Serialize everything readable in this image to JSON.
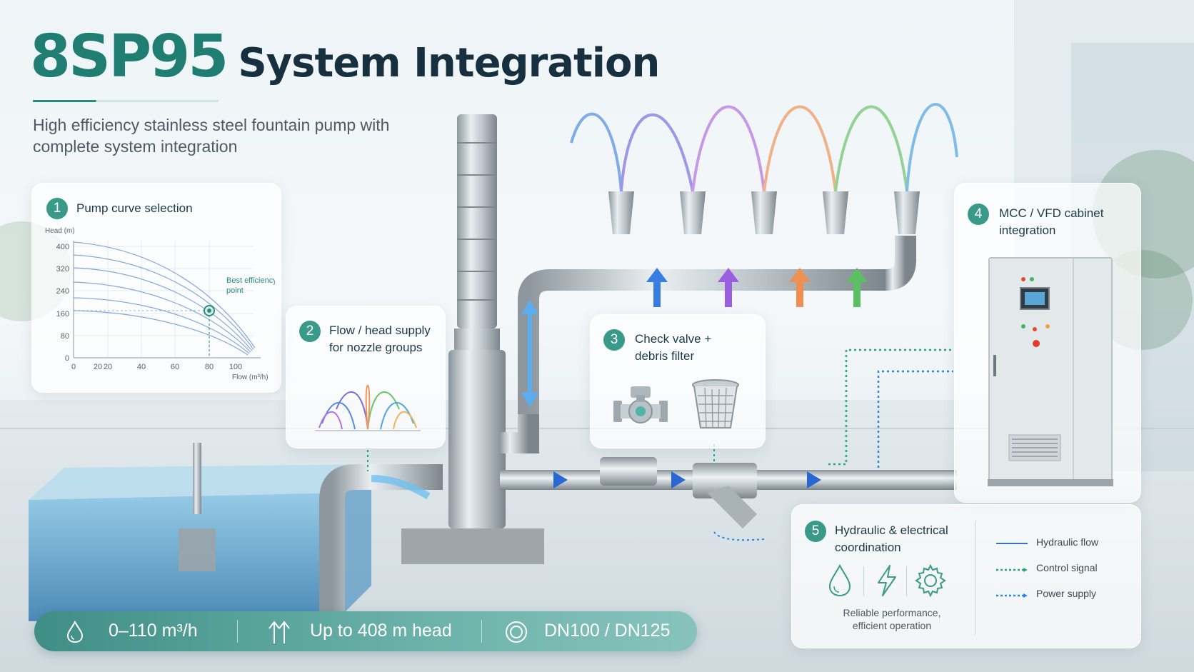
{
  "header": {
    "model": "8SP95",
    "title": "System Integration",
    "subtitle": "High efficiency stainless steel fountain pump with complete system integration"
  },
  "cards": {
    "pump_curve": {
      "number": "1",
      "title": "Pump curve selection",
      "y_axis_label": "Head (m)",
      "x_axis_label": "Flow (m³/h)",
      "y_ticks": [
        "400",
        "320",
        "240",
        "160",
        "80",
        "0"
      ],
      "x_ticks": [
        "0",
        "20",
        "20",
        "40",
        "60",
        "80",
        "100"
      ],
      "annotation": "Best efficiency point"
    },
    "flow_head": {
      "number": "2",
      "title": "Flow / head supply for nozzle groups"
    },
    "check_valve": {
      "number": "3",
      "title": "Check valve + debris filter"
    },
    "mcc_vfd": {
      "number": "4",
      "title": "MCC / VFD cabinet integration"
    },
    "coordination": {
      "number": "5",
      "title": "Hydraulic & electrical coordination",
      "caption": "Reliable performance, efficient operation",
      "icons": [
        "water-drop-icon",
        "lightning-icon",
        "gear-icon"
      ],
      "legend": [
        {
          "label": "Hydraulic flow",
          "style": "solid",
          "color": "#3a6fc4"
        },
        {
          "label": "Control signal",
          "style": "dotted",
          "color": "#25a872"
        },
        {
          "label": "Power supply",
          "style": "dotted",
          "color": "#2b86d8"
        }
      ]
    }
  },
  "stats": [
    {
      "icon": "water-drop-icon",
      "text": "0–110 m³/h"
    },
    {
      "icon": "up-arrows-icon",
      "text": "Up to 408 m head"
    },
    {
      "icon": "ring-icon",
      "text": "DN100 / DN125"
    }
  ],
  "colors": {
    "accent": "#2a8c7e",
    "title_dark": "#16303f",
    "stats_bar": "#4f9d94",
    "nozzle_sprays": [
      "#4f8de0",
      "#7b6fe0",
      "#b473e0",
      "#f0955a",
      "#6cc46a",
      "#4fa5e0"
    ]
  }
}
